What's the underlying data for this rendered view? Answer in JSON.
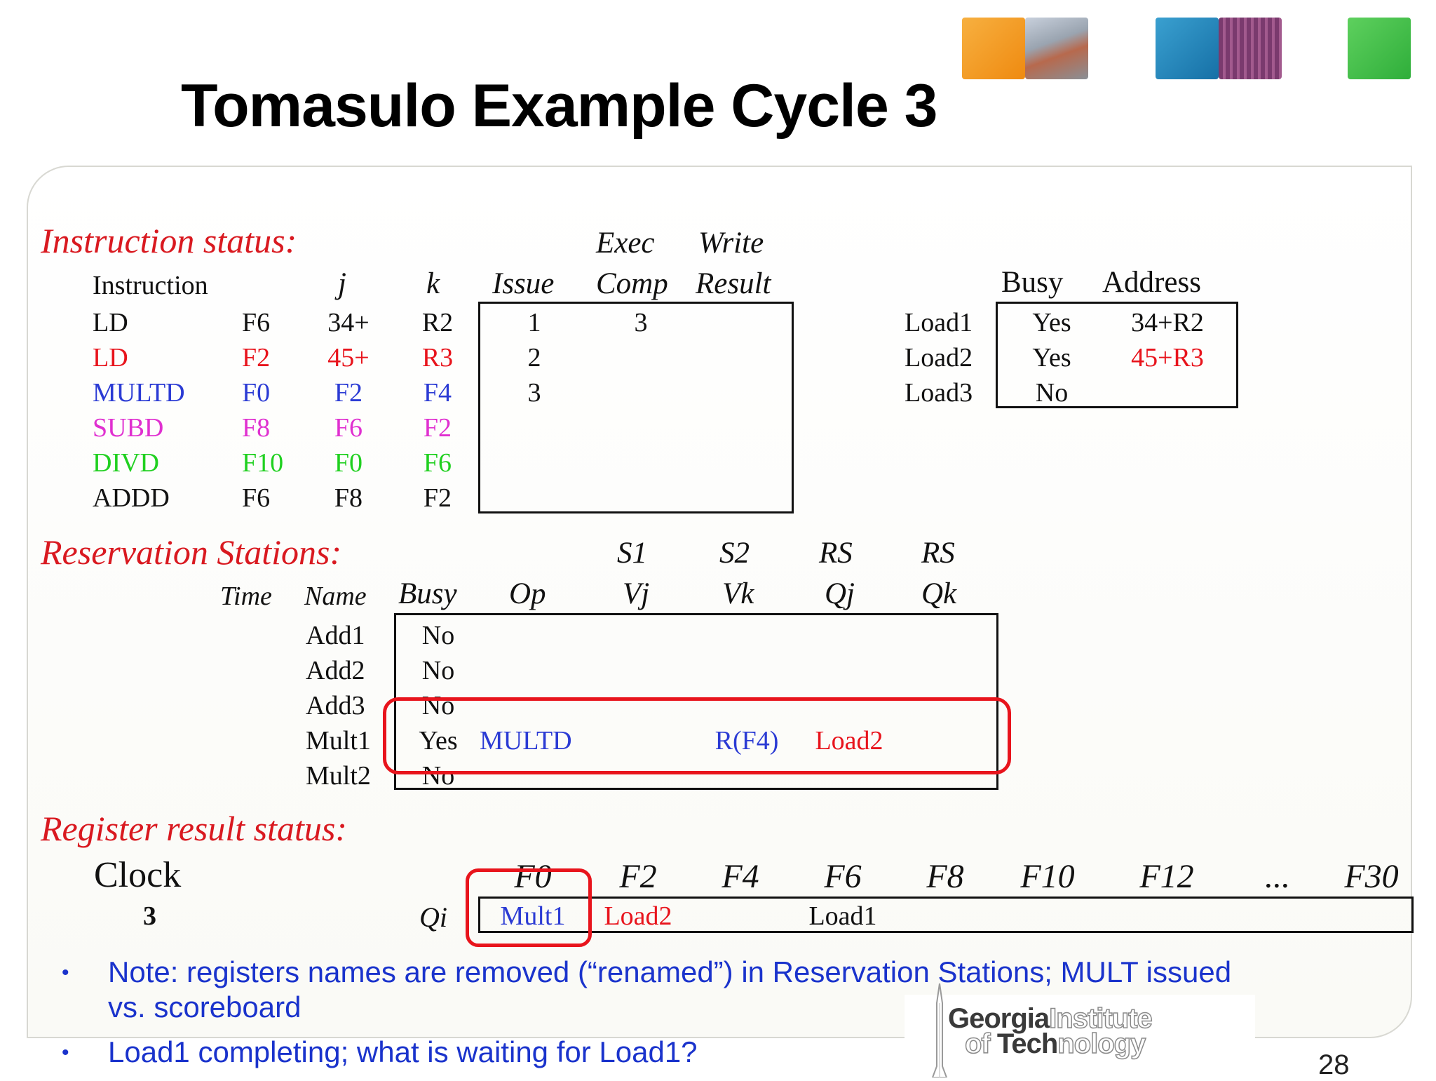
{
  "slide": {
    "title": "Tomasulo Example Cycle 3",
    "page_number": "28",
    "logo": {
      "line1_bold": "Georgia",
      "line1_light": "Institute",
      "line2_light_a": "of ",
      "line2_bold": "Tech",
      "line2_light_b": "nology"
    }
  },
  "colors": {
    "red": "#e8141c",
    "blue": "#2b3bd4",
    "magenta": "#e030d0",
    "green": "#20d020",
    "black": "#111111",
    "note_blue": "#1a33cc"
  },
  "instruction_status": {
    "title": "Instruction status:",
    "headers": {
      "instruction": "Instruction",
      "j": "j",
      "k": "k",
      "issue": "Issue",
      "exec_top": "Exec",
      "exec_bottom": "Comp",
      "write_top": "Write",
      "write_bottom": "Result"
    },
    "rows": [
      {
        "op": "LD",
        "dest": "F6",
        "j": "34+",
        "k": "R2",
        "issue": "1",
        "exec": "3",
        "write": "",
        "color": "#111111"
      },
      {
        "op": "LD",
        "dest": "F2",
        "j": "45+",
        "k": "R3",
        "issue": "2",
        "exec": "",
        "write": "",
        "color": "#e8141c"
      },
      {
        "op": "MULTD",
        "dest": "F0",
        "j": "F2",
        "k": "F4",
        "issue": "3",
        "exec": "",
        "write": "",
        "color": "#2b3bd4"
      },
      {
        "op": "SUBD",
        "dest": "F8",
        "j": "F6",
        "k": "F2",
        "issue": "",
        "exec": "",
        "write": "",
        "color": "#e030d0"
      },
      {
        "op": "DIVD",
        "dest": "F10",
        "j": "F0",
        "k": "F6",
        "issue": "",
        "exec": "",
        "write": "",
        "color": "#20d020"
      },
      {
        "op": "ADDD",
        "dest": "F6",
        "j": "F8",
        "k": "F2",
        "issue": "",
        "exec": "",
        "write": "",
        "color": "#111111"
      }
    ]
  },
  "load_buffers": {
    "headers": {
      "busy": "Busy",
      "address": "Address"
    },
    "rows": [
      {
        "name": "Load1",
        "busy": "Yes",
        "address": "34+R2",
        "color": "#111111"
      },
      {
        "name": "Load2",
        "busy": "Yes",
        "address": "45+R3",
        "color": "#e8141c"
      },
      {
        "name": "Load3",
        "busy": "No",
        "address": "",
        "color": "#111111"
      }
    ]
  },
  "reservation_stations": {
    "title": "Reservation Stations:",
    "headers": {
      "s1": "S1",
      "s2": "S2",
      "rs1": "RS",
      "rs2": "RS",
      "time": "Time",
      "name": "Name",
      "busy": "Busy",
      "op": "Op",
      "vj": "Vj",
      "vk": "Vk",
      "qj": "Qj",
      "qk": "Qk"
    },
    "rows": [
      {
        "name": "Add1",
        "busy": "No",
        "op": "",
        "vj": "",
        "vk": "",
        "qj": "",
        "qk": ""
      },
      {
        "name": "Add2",
        "busy": "No",
        "op": "",
        "vj": "",
        "vk": "",
        "qj": "",
        "qk": ""
      },
      {
        "name": "Add3",
        "busy": "No",
        "op": "",
        "vj": "",
        "vk": "",
        "qj": "",
        "qk": ""
      },
      {
        "name": "Mult1",
        "busy": "Yes",
        "op": "MULTD",
        "vj": "",
        "vk": "R(F4)",
        "qj": "Load2",
        "qk": ""
      },
      {
        "name": "Mult2",
        "busy": "No",
        "op": "",
        "vj": "",
        "vk": "",
        "qj": "",
        "qk": ""
      }
    ]
  },
  "register_status": {
    "title": "Register result status:",
    "clock_label": "Clock",
    "clock_value": "3",
    "qi_label": "Qi",
    "registers": [
      "F0",
      "F2",
      "F4",
      "F6",
      "F8",
      "F10",
      "F12",
      "...",
      "F30"
    ],
    "qi_values": [
      "Mult1",
      "Load2",
      "",
      "Load1",
      "",
      "",
      "",
      "",
      ""
    ],
    "qi_colors": [
      "#2b3bd4",
      "#e8141c",
      "#111111",
      "#111111",
      "#111111",
      "#111111",
      "#111111",
      "#111111",
      "#111111"
    ]
  },
  "notes": [
    {
      "line1": "Note: registers names are removed (“renamed”) in Reservation Stations; MULT issued",
      "line2": "vs. scoreboard"
    },
    {
      "line1": "Load1 completing; what is waiting for Load1?",
      "line2": ""
    }
  ]
}
